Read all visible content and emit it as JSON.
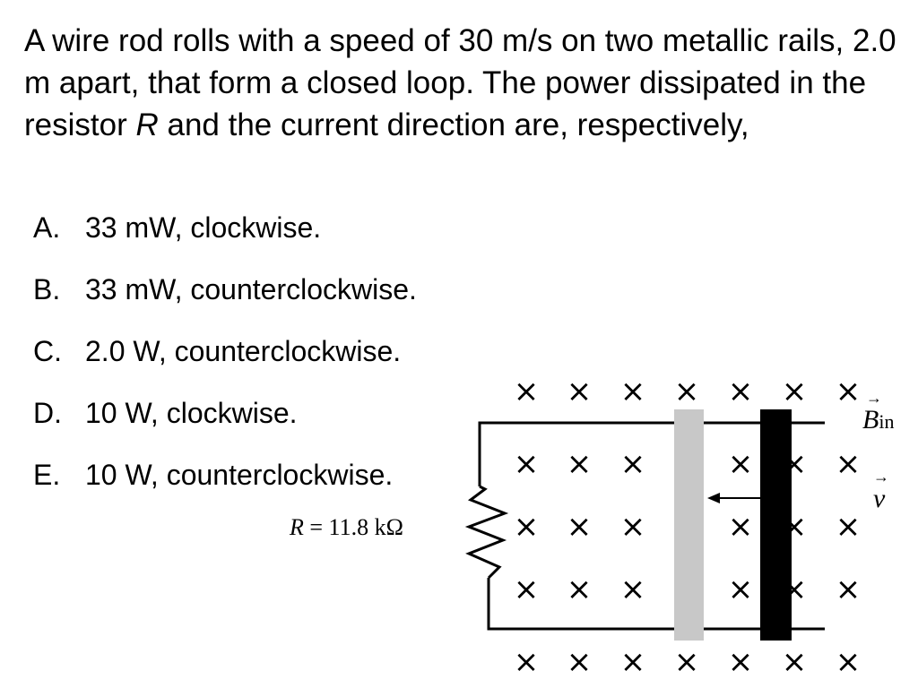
{
  "question": {
    "text_before": "A wire rod rolls with a speed of 30 m/s on two metallic rails, 2.0 m apart, that form a closed loop.  The power dissipated in the resistor ",
    "resistor_symbol": "R",
    "text_after": " and the current direction are, respectively,"
  },
  "options": [
    {
      "letter": "A.",
      "text": "33 mW, clockwise."
    },
    {
      "letter": "B.",
      "text": "33 mW, counterclockwise."
    },
    {
      "letter": "C.",
      "text": "2.0 W, counterclockwise."
    },
    {
      "letter": "D.",
      "text": "10 W, clockwise."
    },
    {
      "letter": "E.",
      "text": "10 W, counterclockwise."
    }
  ],
  "diagram": {
    "resistor_label": {
      "symbol": "R",
      "value": " = 11.8 kΩ"
    },
    "field_label": {
      "symbol": "B",
      "subscript": "in"
    },
    "velocity_label": {
      "symbol": "v"
    },
    "field_mark": "×",
    "colors": {
      "moving_rod": "#000000",
      "initial_rod": "#c8c8c8"
    }
  }
}
